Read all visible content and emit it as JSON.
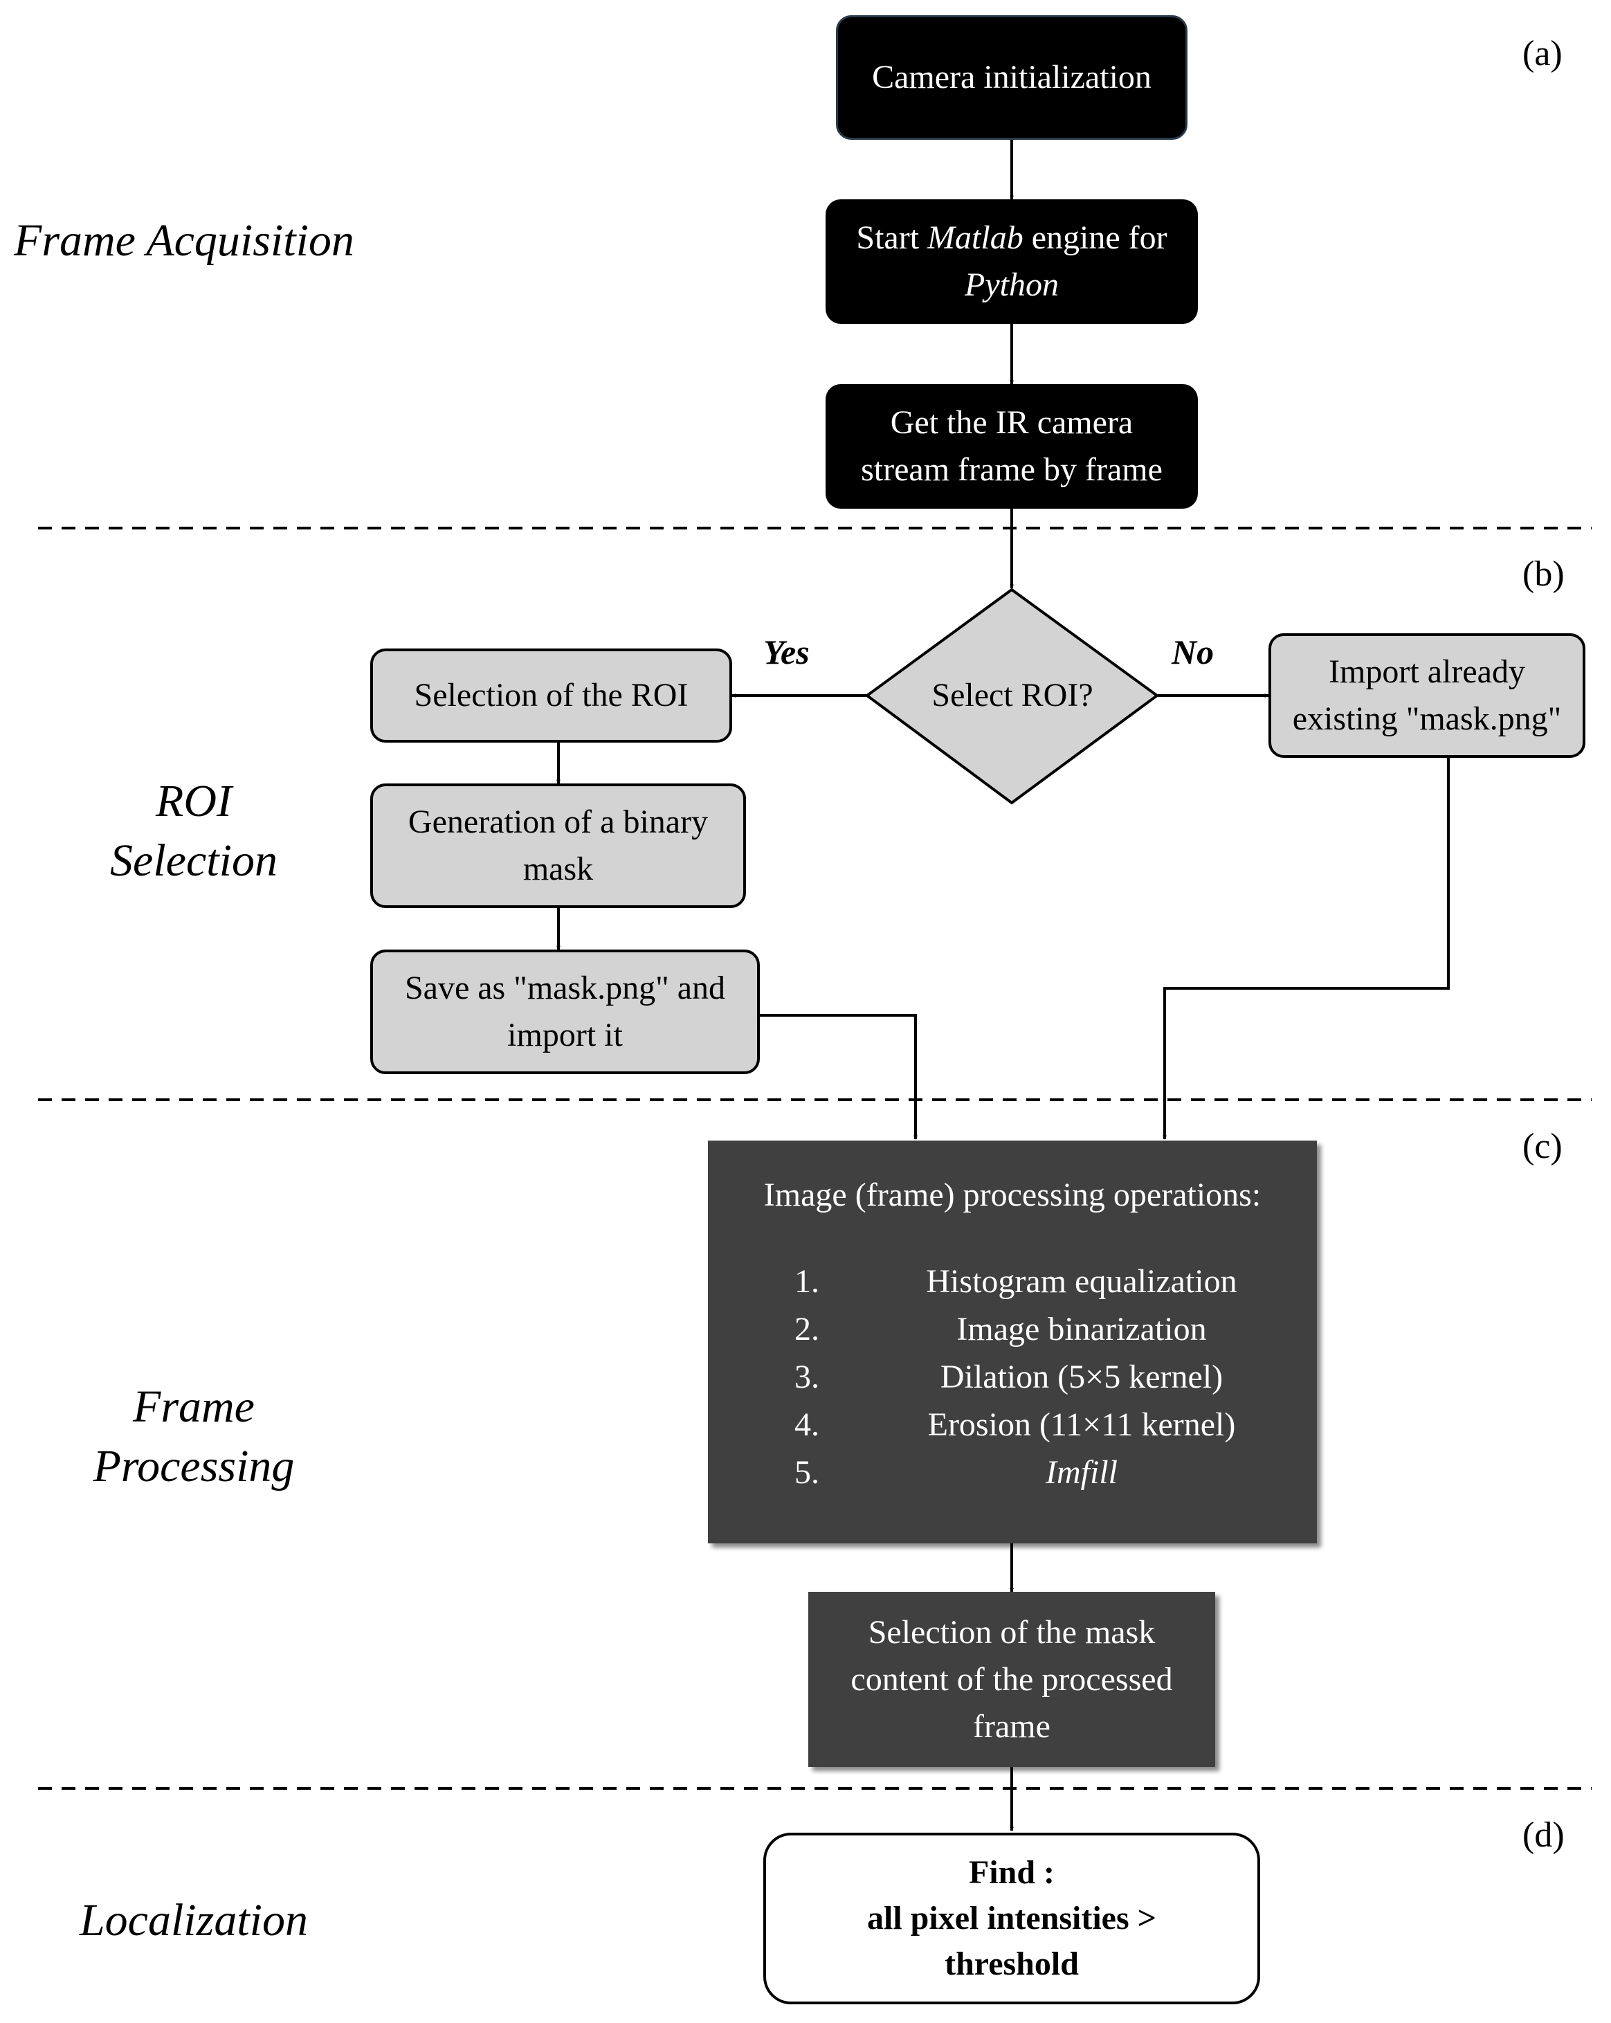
{
  "sections": [
    {
      "id": "a",
      "tag": "(a)",
      "label_lines": [
        "Frame Acquisition"
      ]
    },
    {
      "id": "b",
      "tag": "(b)",
      "label_lines": [
        "ROI",
        "Selection"
      ]
    },
    {
      "id": "c",
      "tag": "(c)",
      "label_lines": [
        "Frame",
        "Processing"
      ]
    },
    {
      "id": "d",
      "tag": "(d)",
      "label_lines": [
        "Localization"
      ]
    }
  ],
  "nodes": {
    "camera_init": {
      "line1": "Camera initialization"
    },
    "matlab_engine": {
      "pre": "Start ",
      "em1": "Matlab",
      "post": " engine for",
      "em2": "Python"
    },
    "ir_stream": {
      "line1": "Get the IR camera",
      "line2": "stream frame by frame"
    },
    "decision": {
      "label": "Select ROI?"
    },
    "select_roi": {
      "line1": "Selection of the ROI"
    },
    "binary_mask": {
      "line1": "Generation of a binary",
      "line2": "mask"
    },
    "save_mask": {
      "line1": "Save as \"mask.png\" and",
      "line2": "import it"
    },
    "import_mask": {
      "line1": "Import already",
      "line2": "existing \"mask.png\""
    },
    "processing": {
      "title": "Image (frame) processing operations:",
      "steps": [
        {
          "num": "1.",
          "text": "Histogram equalization"
        },
        {
          "num": "2.",
          "text": "Image binarization"
        },
        {
          "num": "3.",
          "text": "Dilation (5×5 kernel)"
        },
        {
          "num": "4.",
          "text": "Erosion (11×11 kernel)"
        },
        {
          "num": "5.",
          "text": "Imfill"
        }
      ]
    },
    "mask_content": {
      "line1": "Selection of the mask",
      "line2": "content of the processed",
      "line3": "frame"
    },
    "find": {
      "line1": "Find :",
      "line2": "all pixel intensities >",
      "line3": "threshold"
    }
  },
  "branches": {
    "yes": "Yes",
    "no": "No"
  },
  "colors": {
    "black_box": "#000000",
    "gray_box": "#d3d3d3",
    "dark_box": "#404040",
    "white_box": "#ffffff",
    "line": "#000000"
  }
}
